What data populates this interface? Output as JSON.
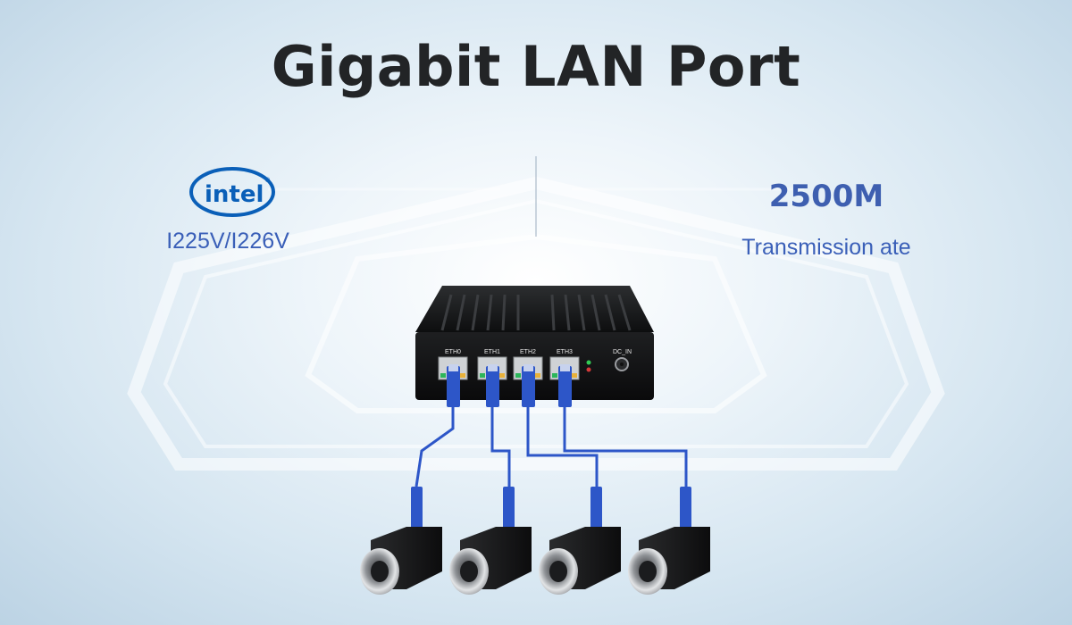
{
  "title": "Gigabit LAN Port",
  "brand": {
    "logo_text": "intel",
    "chip_model": "I225V/I226V",
    "logo_color": "#0a5fb8"
  },
  "rate": {
    "value": "2500M",
    "label": "Transmission ate"
  },
  "device": {
    "ports": [
      "ETH0",
      "ETH1",
      "ETH2",
      "ETH3"
    ],
    "power_label": "DC_IN",
    "body_color": "#161718"
  },
  "cable_color": "#2d56c8",
  "camera_count": 4
}
